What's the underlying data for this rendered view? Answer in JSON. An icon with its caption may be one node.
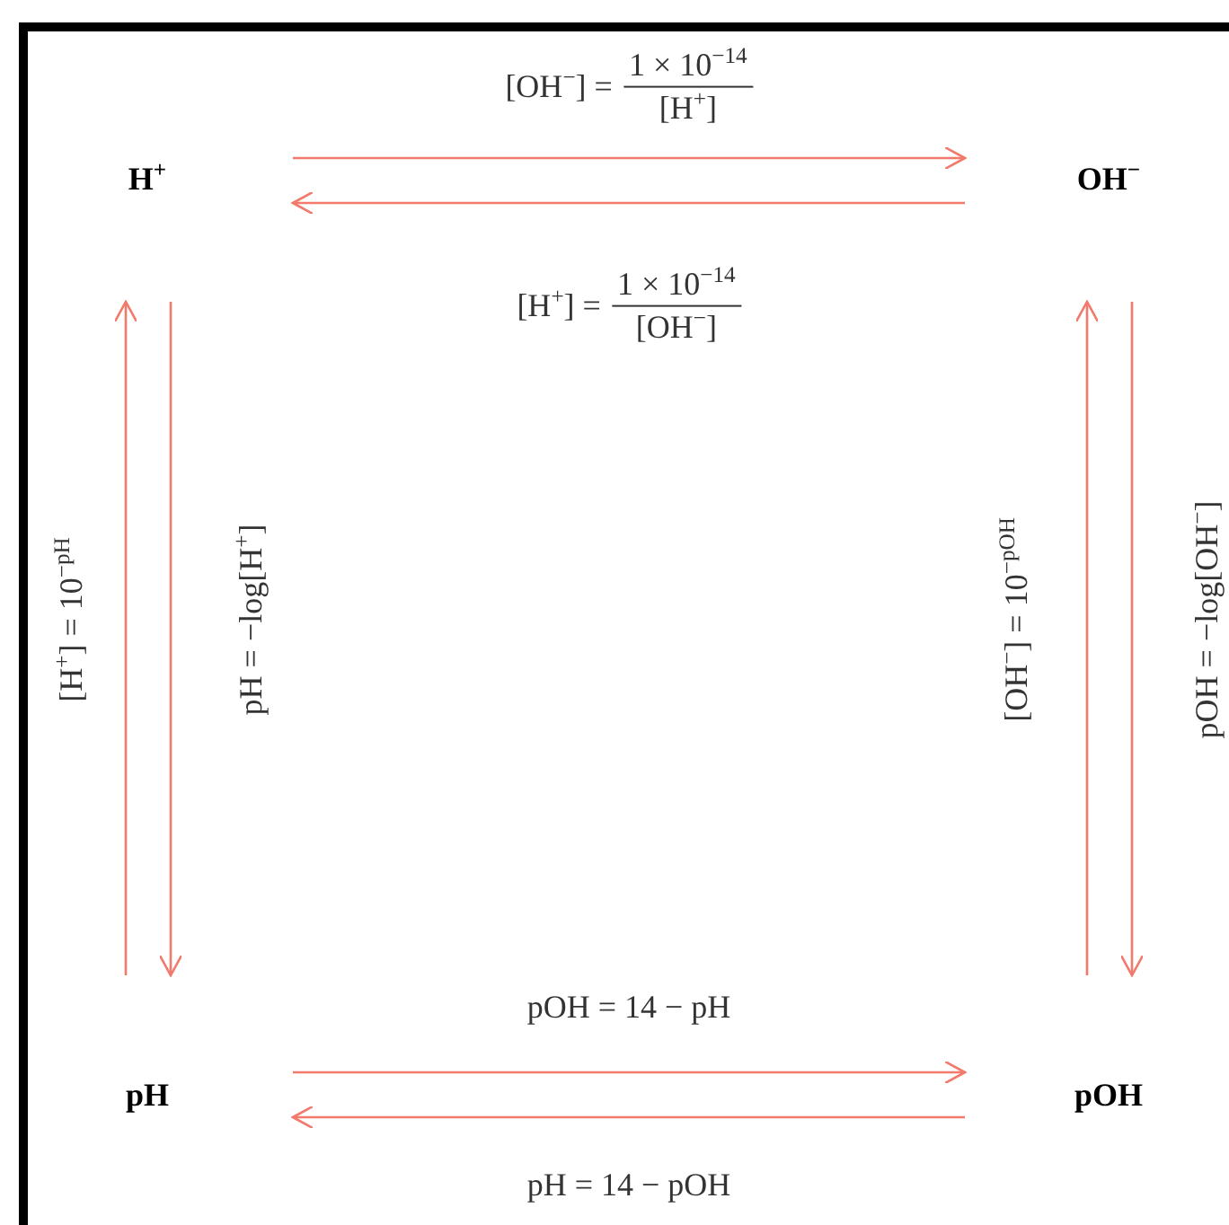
{
  "diagram": {
    "nodes": [
      {
        "text": [
          "H$^{+}$"
        ]
      },
      {
        "text": [
          "OH$^{−}$"
        ]
      },
      {
        "text": [
          "pH"
        ]
      },
      {
        "text": [
          "pOH"
        ]
      }
    ],
    "edges": [
      {
        "from": 0,
        "to": 1,
        "arrow": "to",
        "label": "[OH$^{−}$] = 1 × 10$^{−14}$ [H$^{+}$]"
      },
      {
        "from": 1,
        "to": 0,
        "arrow": "to",
        "label": "[H$^{+}$] = 1 × 10$^{−14}$ [OH$^{−}$]"
      },
      {
        "from": 2,
        "to": 0,
        "arrow": "to",
        "label": "[H$^{+}$] = 10$^{−pH}$"
      },
      {
        "from": 0,
        "to": 2,
        "arrow": "to",
        "label": "pH = −log[H$^{+}$]"
      },
      {
        "from": 3,
        "to": 1,
        "arrow": "to",
        "label": "[OH$^{−}$] = 10$^{−pOH}$"
      },
      {
        "from": 1,
        "to": 3,
        "arrow": "to",
        "label": "pOH = −log[OH$^{−}$]"
      },
      {
        "from": 2,
        "to": 3,
        "arrow": "to",
        "label": "pOH = 14 − pH"
      },
      {
        "from": 3,
        "to": 2,
        "arrow": "to",
        "label": "pH = 14 − pOH"
      }
    ]
  }
}
